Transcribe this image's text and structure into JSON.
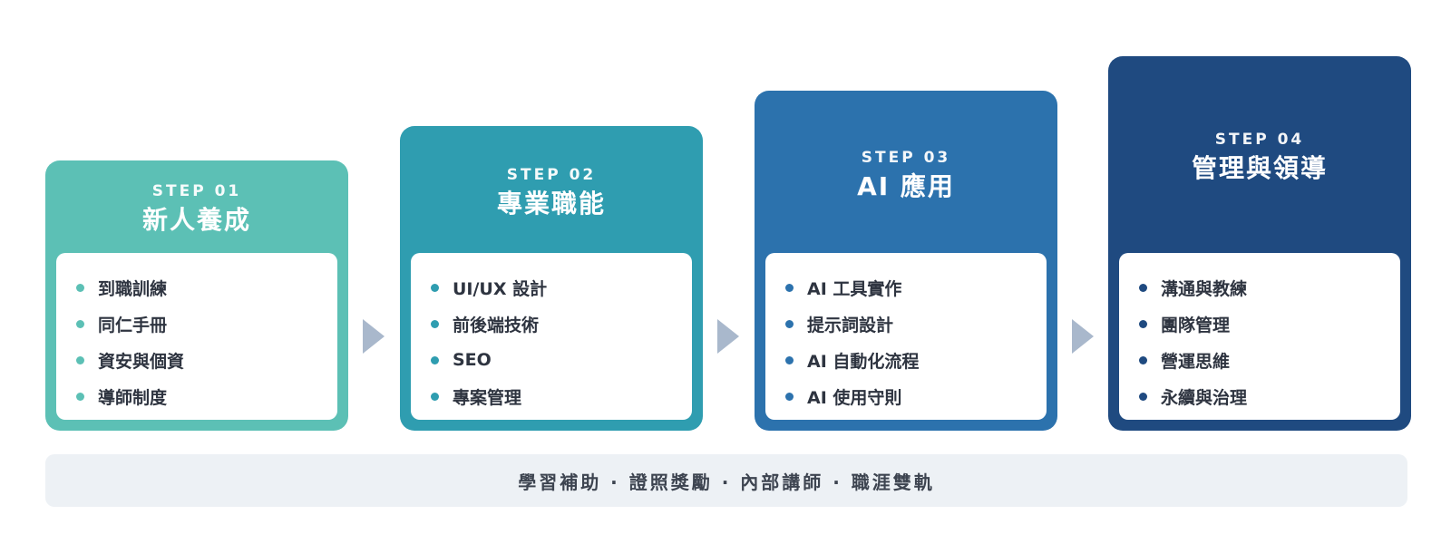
{
  "steps": [
    {
      "label": "STEP 01",
      "title": "新人養成",
      "color": "#5cc0b5",
      "bullet_color": "#5cc0b5",
      "items": [
        "到職訓練",
        "同仁手冊",
        "資安與個資",
        "導師制度"
      ]
    },
    {
      "label": "STEP 02",
      "title": "專業職能",
      "color": "#2f9db0",
      "bullet_color": "#2f9db0",
      "items": [
        "UI/UX 設計",
        "前後端技術",
        "SEO",
        "專案管理"
      ]
    },
    {
      "label": "STEP 03",
      "title": "AI 應用",
      "color": "#2c72ad",
      "bullet_color": "#2c72ad",
      "items": [
        "AI 工具實作",
        "提示詞設計",
        "AI 自動化流程",
        "AI 使用守則"
      ]
    },
    {
      "label": "STEP 04",
      "title": "管理與領導",
      "color": "#1f4a80",
      "bullet_color": "#1f4a80",
      "items": [
        "溝通與教練",
        "團隊管理",
        "營運思維",
        "永續與治理"
      ]
    }
  ],
  "arrow_color": "#a9b8cc",
  "support_text": "學習補助 · 證照獎勵 · 內部講師 · 職涯雙軌"
}
